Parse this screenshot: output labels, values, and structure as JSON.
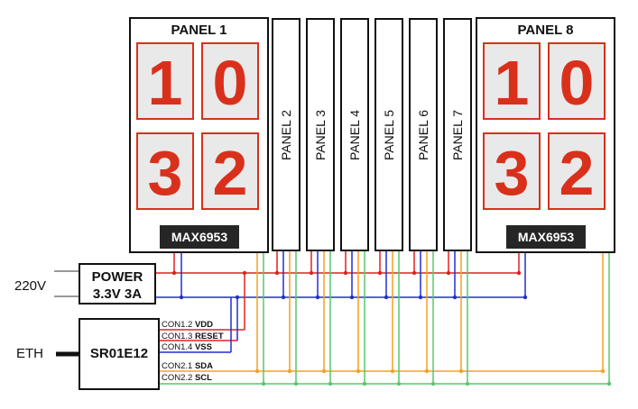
{
  "panel1": {
    "title": "PANEL 1",
    "digits": [
      "1",
      "0",
      "3",
      "2"
    ],
    "chip": "MAX6953"
  },
  "panel8": {
    "title": "PANEL 8",
    "digits": [
      "1",
      "0",
      "3",
      "2"
    ],
    "chip": "MAX6953"
  },
  "middle_panels": [
    "PANEL 2",
    "PANEL 3",
    "PANEL 4",
    "PANEL 5",
    "PANEL 6",
    "PANEL 7"
  ],
  "power": {
    "line1": "POWER",
    "line2": "3.3V 3A",
    "input_label": "220V"
  },
  "controller": {
    "name": "SR01E12",
    "input_label": "ETH",
    "connectors": [
      {
        "prefix": "CON1.2",
        "signal": "VDD"
      },
      {
        "prefix": "CON1.3",
        "signal": "RESET"
      },
      {
        "prefix": "CON1.4",
        "signal": "VSS"
      },
      {
        "prefix": "CON2.1",
        "signal": "SDA"
      },
      {
        "prefix": "CON2.2",
        "signal": "SCL"
      }
    ]
  },
  "colors": {
    "vdd": "#e02020",
    "vss": "#1f2fd6",
    "sda": "#f5a020",
    "scl": "#57c86b",
    "digit": "#d9301c"
  }
}
